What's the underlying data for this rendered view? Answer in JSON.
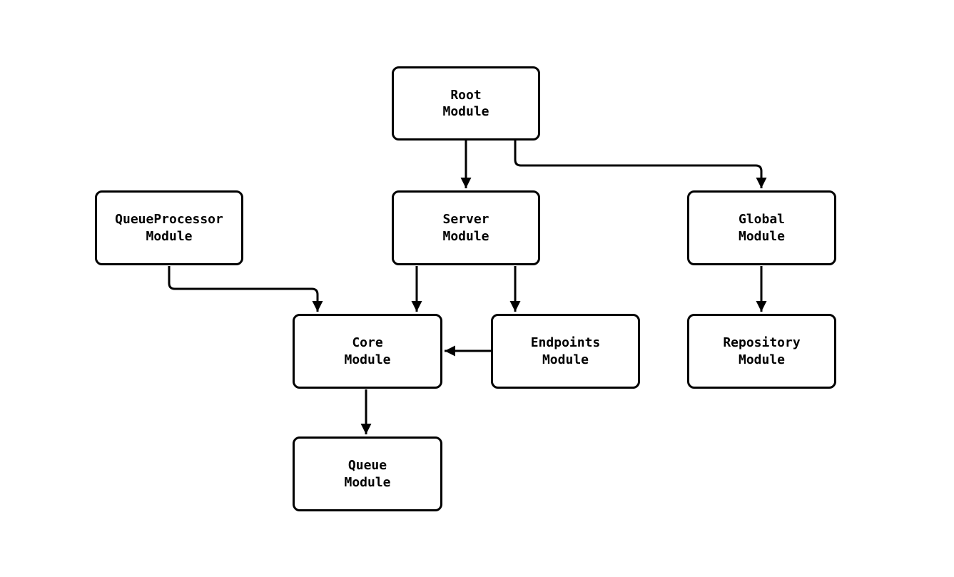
{
  "diagram": {
    "type": "flowchart",
    "colors": {
      "background": "#ffffff",
      "node_fill": "#ffffff",
      "stroke": "#000000",
      "text": "#000000"
    },
    "nodes": {
      "root": {
        "label": "Root\nModule"
      },
      "queueprocessor": {
        "label": "QueueProcessor\nModule"
      },
      "server": {
        "label": "Server\nModule"
      },
      "global": {
        "label": "Global\nModule"
      },
      "core": {
        "label": "Core\nModule"
      },
      "endpoints": {
        "label": "Endpoints\nModule"
      },
      "repository": {
        "label": "Repository\nModule"
      },
      "queue": {
        "label": "Queue\nModule"
      }
    },
    "edges": [
      {
        "from": "Root Module",
        "to": "Server Module"
      },
      {
        "from": "Root Module",
        "to": "Global Module"
      },
      {
        "from": "QueueProcessor Module",
        "to": "Core Module"
      },
      {
        "from": "Server Module",
        "to": "Core Module"
      },
      {
        "from": "Server Module",
        "to": "Endpoints Module"
      },
      {
        "from": "Endpoints Module",
        "to": "Core Module"
      },
      {
        "from": "Global Module",
        "to": "Repository Module"
      },
      {
        "from": "Core Module",
        "to": "Queue Module"
      }
    ]
  }
}
